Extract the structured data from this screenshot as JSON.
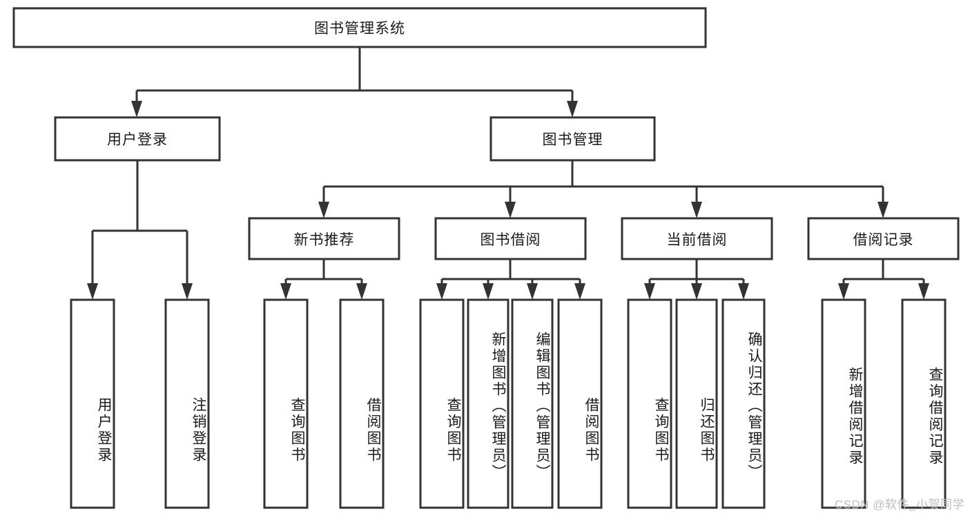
{
  "diagram": {
    "title": "图书管理系统",
    "type": "tree-hierarchy",
    "watermark": "CSDN @软件_小贺同学",
    "colors": {
      "box_stroke": "#333333",
      "box_fill": "#ffffff",
      "text": "#1a1a1a",
      "background": "#ffffff",
      "watermark": "#bdbdbd"
    },
    "root": {
      "label": "图书管理系统"
    },
    "level2": [
      {
        "label": "用户登录"
      },
      {
        "label": "图书管理"
      }
    ],
    "level3": [
      {
        "label": "新书推荐"
      },
      {
        "label": "图书借阅"
      },
      {
        "label": "当前借阅"
      },
      {
        "label": "借阅记录"
      }
    ],
    "leaves": {
      "user_login": [
        {
          "label": "用户登录"
        },
        {
          "label": "注销登录"
        }
      ],
      "new_book_recommend": [
        {
          "label": "查询图书"
        },
        {
          "label": "借阅图书"
        }
      ],
      "book_borrow": [
        {
          "label": "查询图书"
        },
        {
          "label": "新增图书（管理员）"
        },
        {
          "label": "编辑图书（管理员）"
        },
        {
          "label": "借阅图书"
        }
      ],
      "current_borrow": [
        {
          "label": "查询图书"
        },
        {
          "label": "归还图书"
        },
        {
          "label": "确认归还（管理员）"
        }
      ],
      "borrow_record": [
        {
          "label": "新增借阅记录"
        },
        {
          "label": "查询借阅记录"
        }
      ]
    }
  }
}
